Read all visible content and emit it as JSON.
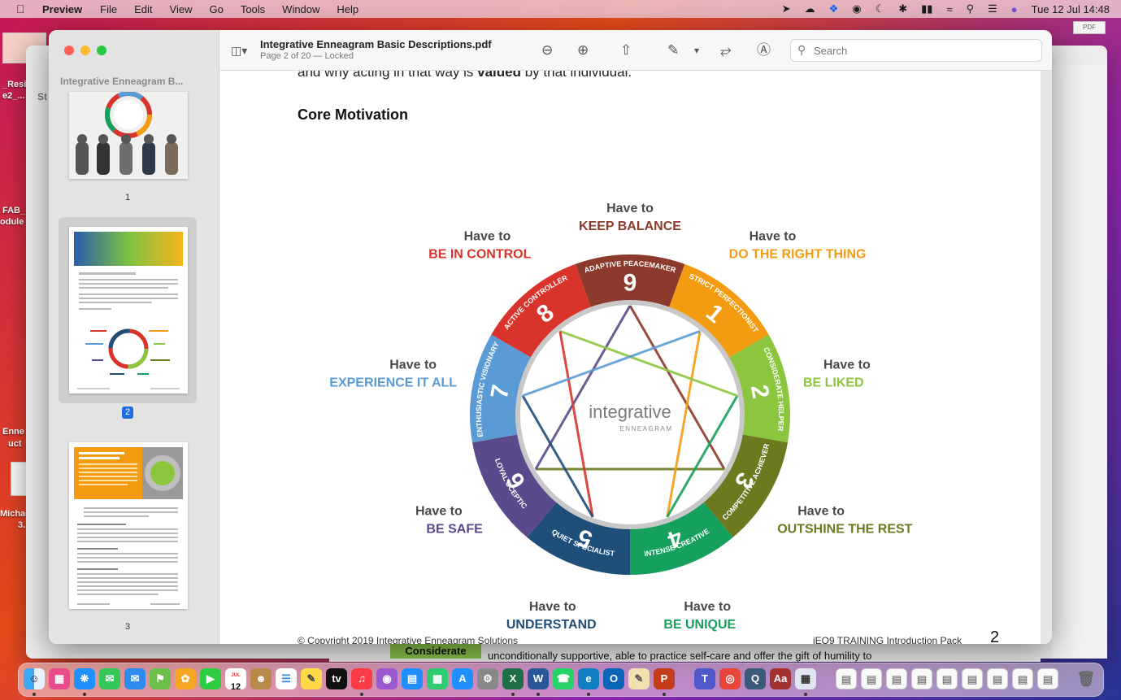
{
  "menubar": {
    "app": "Preview",
    "items": [
      "File",
      "Edit",
      "View",
      "Go",
      "Tools",
      "Window",
      "Help"
    ],
    "clock": "Tue 12 Jul  14:48"
  },
  "desktop": {
    "labels": [
      "_Resil",
      "e2_...",
      "FAB_",
      "odule",
      "Enne",
      "uct",
      "Michae",
      "3."
    ],
    "pdf_badge": "PDF",
    "bg_window_text": "St"
  },
  "window": {
    "title": "Integrative Enneagram Basic Descriptions.pdf",
    "subtitle": "Page 2 of 20 — Locked",
    "search_placeholder": "Search"
  },
  "sidebar": {
    "header": "Integrative Enneagram B...",
    "pages": [
      "1",
      "2",
      "3"
    ]
  },
  "page": {
    "cut_text_prefix": "and why acting in that way is ",
    "cut_text_bold": "valued",
    "cut_text_suffix": " by that individual.",
    "section_title": "Core Motivation",
    "footer_left": "© Copyright 2019 Integrative Enneagram Solutions",
    "footer_right": "iEQ9 TRAINING Introduction Pack",
    "page_number": "2"
  },
  "enneagram": {
    "logo_main": "integrative",
    "logo_sub": "ENNEAGRAM",
    "have_to": "Have to",
    "types": [
      {
        "n": "9",
        "name": "ADAPTIVE PEACEMAKER",
        "motive": "KEEP BALANCE",
        "color": "#8b3a2b"
      },
      {
        "n": "1",
        "name": "STRICT PERFECTIONIST",
        "motive": "DO THE RIGHT THING",
        "color": "#f39c12"
      },
      {
        "n": "2",
        "name": "CONSIDERATE HELPER",
        "motive": "BE LIKED",
        "color": "#8cc63f"
      },
      {
        "n": "3",
        "name": "COMPETITIVE ACHIEVER",
        "motive": "OUTSHINE THE REST",
        "color": "#6b7a1f"
      },
      {
        "n": "4",
        "name": "INTENSE CREATIVE",
        "motive": "BE UNIQUE",
        "color": "#16a05d"
      },
      {
        "n": "5",
        "name": "QUIET SPECIALIST",
        "motive": "UNDERSTAND",
        "color": "#1f4e79"
      },
      {
        "n": "6",
        "name": "LOYAL SCEPTIC",
        "motive": "BE SAFE",
        "color": "#5b4a8b"
      },
      {
        "n": "7",
        "name": "ENTHUSIASTIC VISIONARY",
        "motive": "EXPERIENCE IT ALL",
        "color": "#5b9bd5"
      },
      {
        "n": "8",
        "name": "ACTIVE CONTROLLER",
        "motive": "BE IN CONTROL",
        "color": "#d9342b"
      }
    ]
  },
  "background_doc": {
    "highlight": "Considerate",
    "text": "unconditionally supportive, able to practice self-care and offer the gift of humility to"
  },
  "dock": {
    "calendar_day": "12",
    "calendar_month": "JUL"
  }
}
